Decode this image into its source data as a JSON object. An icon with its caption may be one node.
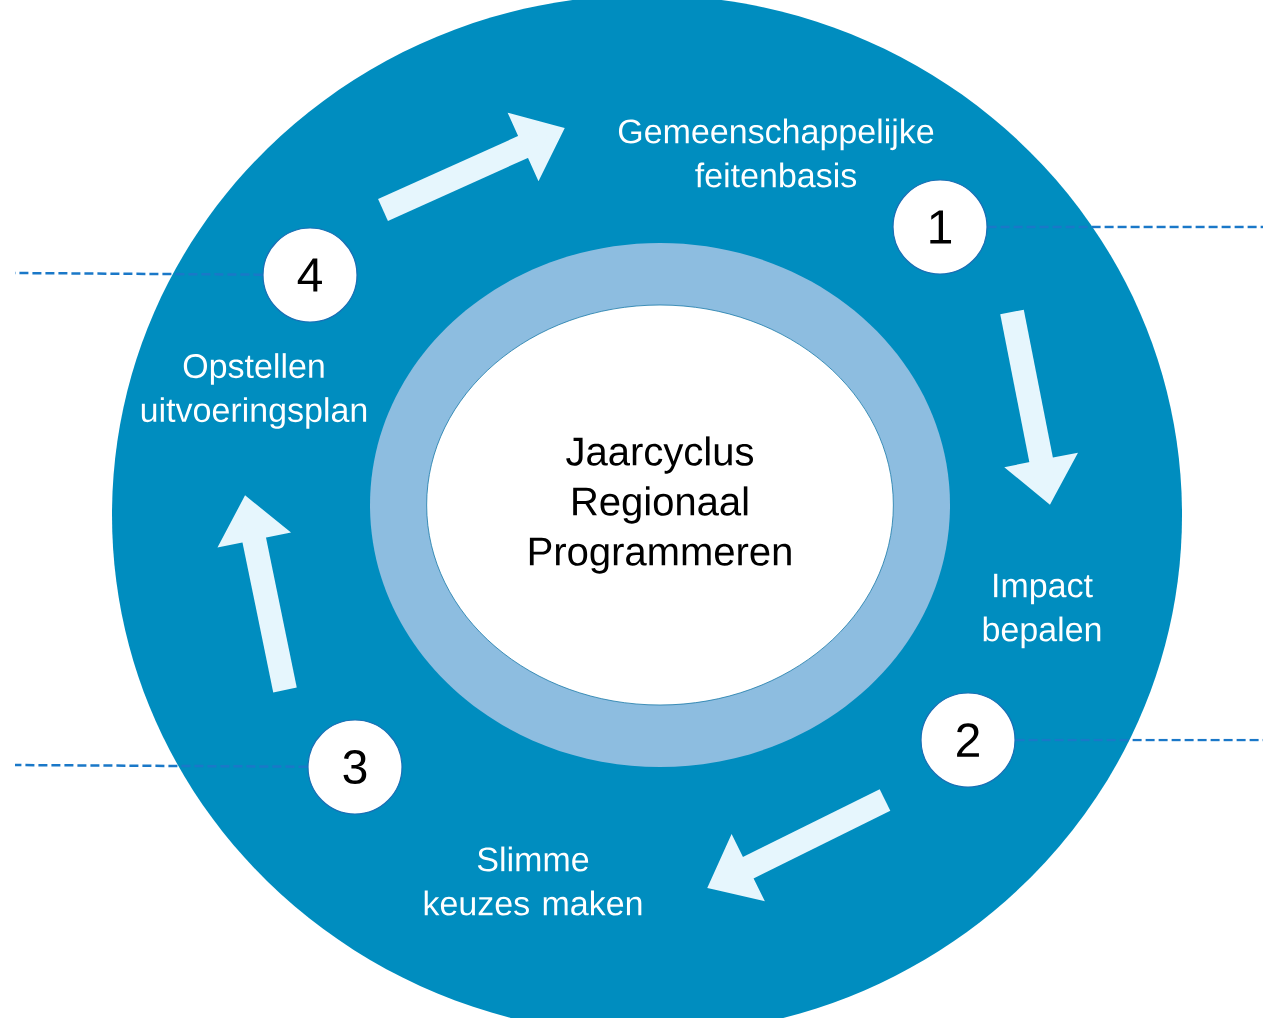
{
  "diagram": {
    "nodes": [
      {
        "text": [],
        "shape": "circle"
      },
      {
        "text": [],
        "shape": "circle",
        "in": 0
      },
      {
        "text": [
          "Jaarcyclus Regionaal Programmeren"
        ],
        "in": 1
      },
      {
        "text": [
          "Gemeenschappelijke feitenbasis"
        ],
        "in": 0
      },
      {
        "text": [
          "1"
        ],
        "in": 0
      },
      {
        "text": [
          "Impact bepalen"
        ],
        "in": 0
      },
      {
        "text": [
          "2"
        ],
        "in": 0
      },
      {
        "text": [
          "Slimme keuzes maken"
        ],
        "in": 0
      },
      {
        "text": [
          "3"
        ],
        "in": 0
      },
      {
        "text": [
          "Opstellen uitvoeringsplan"
        ],
        "in": 0
      },
      {
        "text": [
          "4"
        ],
        "in": 0
      }
    ],
    "edges": [
      {
        "from": 10,
        "to": 3,
        "arrow": "to",
        "style": "thick",
        "color": "#e6f6fd"
      },
      {
        "from": 4,
        "to": 5,
        "arrow": "to",
        "style": "thick",
        "color": "#e6f6fd"
      },
      {
        "from": 6,
        "to": 7,
        "arrow": "to",
        "style": "thick",
        "color": "#e6f6fd"
      },
      {
        "from": 8,
        "to": 9,
        "arrow": "to",
        "style": "thick",
        "color": "#e6f6fd"
      },
      {
        "from": 4,
        "to": null,
        "arrow": "none",
        "style": "dashed",
        "color": "#1a78c8"
      },
      {
        "from": 6,
        "to": null,
        "arrow": "none",
        "style": "dashed",
        "color": "#1a78c8"
      },
      {
        "from": 8,
        "to": null,
        "arrow": "none",
        "style": "dashed",
        "color": "#1a78c8"
      },
      {
        "from": 10,
        "to": null,
        "arrow": "none",
        "style": "dashed",
        "color": "#1a78c8"
      }
    ]
  }
}
